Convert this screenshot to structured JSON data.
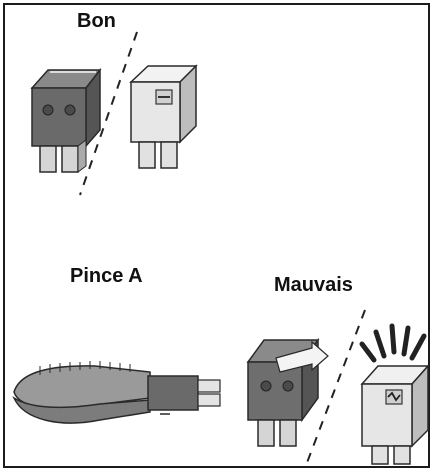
{
  "labels": {
    "good": "Bon",
    "tool": "Pince A",
    "bad": "Mauvais"
  },
  "colors": {
    "frame": "#1b1b1b",
    "fuse_good_dark": "#6a6a6a",
    "fuse_good_light": "#e7e7e7",
    "fuse_blown": "#737373",
    "outline": "#2a2a2a",
    "tool_body": "#8e8e8e"
  }
}
